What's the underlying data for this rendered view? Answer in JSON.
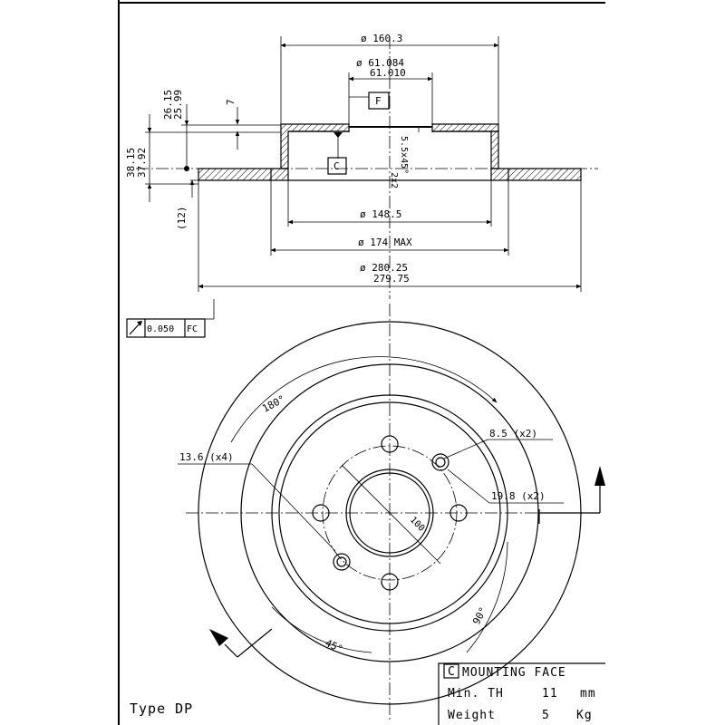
{
  "section": {
    "dim_outer_top": "ø 160.3",
    "dim_bore_max": "ø 61.084",
    "dim_bore_min": "61.010",
    "dim_f_label": "F",
    "dim_c_label": "C",
    "dim_height_max": "38.15",
    "dim_height_min": "37.92",
    "dim_hat_max": "26.15",
    "dim_hat_min": "25.99",
    "dim_seven": "7",
    "dim_twelve": "(12)",
    "dim_chamfer": "5.5x45°",
    "dim_chamfer2": "2x2",
    "dim_148": "ø 148.5",
    "dim_174": "ø 174 MAX",
    "dim_outer_max": "ø 280.25",
    "dim_outer_min": "279.75",
    "tol_value": "0.050",
    "tol_ref": "FC"
  },
  "plan": {
    "angle_180": "180°",
    "angle_90": "90°",
    "angle_45": "45°",
    "pcd": "100",
    "hole_136": "13.6 (x4)",
    "hole_85": "8.5 (x2)",
    "hole_198": "19.8 (x2)"
  },
  "info": {
    "c_label": "C",
    "mounting_face": "MOUNTING FACE",
    "min_th_label": "Min. TH",
    "min_th_value": "11",
    "min_th_unit": "mm",
    "weight_label": "Weight",
    "weight_value": "5",
    "weight_unit": "Kg"
  },
  "type_label": "Type DP"
}
